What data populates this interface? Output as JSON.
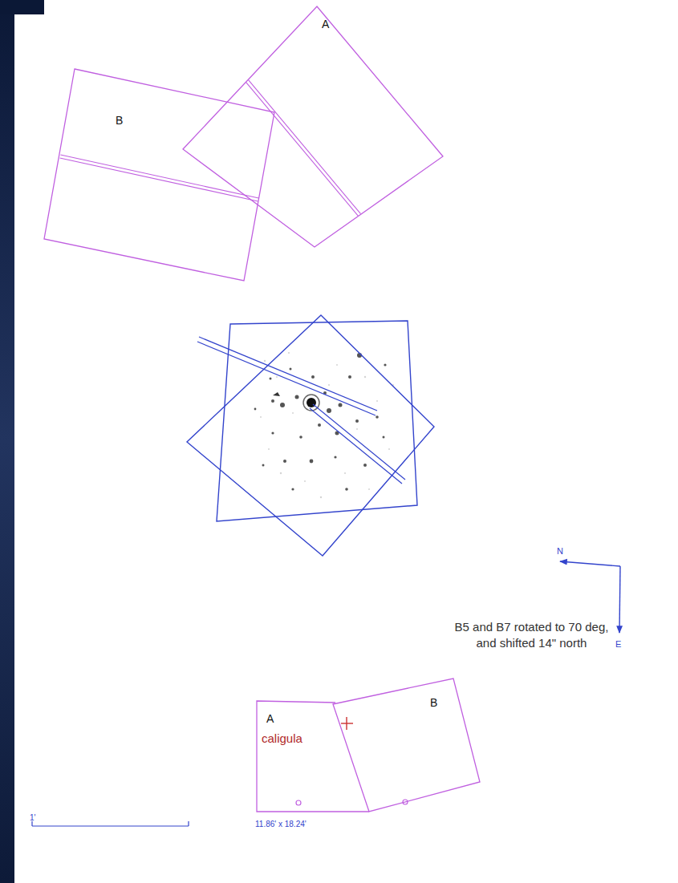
{
  "diagram": {
    "nodes": [
      {
        "text": [
          "A"
        ]
      },
      {
        "text": [
          "B"
        ]
      },
      {
        "text": [
          "A",
          "caligula"
        ]
      },
      {
        "text": [
          "B"
        ]
      }
    ],
    "labels": [
      "B5 and B7 rotated to 70 deg, and shifted 14\" north",
      "N",
      "E",
      "1'",
      "11.86' x 18.24'"
    ]
  }
}
